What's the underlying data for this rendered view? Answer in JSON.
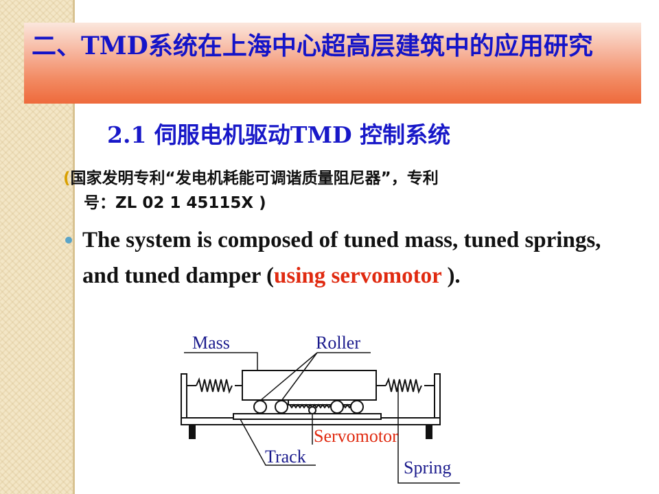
{
  "title": "二、TMD系统在上海中心超高层建筑中的应用研究",
  "subtitle": "2.1  伺服电机驱动TMD 控制系统",
  "patent": {
    "open_paren": "(",
    "line1": "国家发明专利“发电机耗能可调谐质量阻尼器”，专利",
    "line2": "号：ZL 02 1 45115X )"
  },
  "bullet": {
    "part1": "The system is composed of tuned mass, tuned springs, and tuned damper (",
    "red": "using servomotor",
    "part2": " )."
  },
  "diagram": {
    "labels": {
      "mass": "Mass",
      "roller": "Roller",
      "servomotor": "Servomotor",
      "track": "Track",
      "spring": "Spring"
    },
    "colors": {
      "line": "#111111",
      "servomotor_label": "#e02a10",
      "label": "#1a1a8c"
    }
  }
}
